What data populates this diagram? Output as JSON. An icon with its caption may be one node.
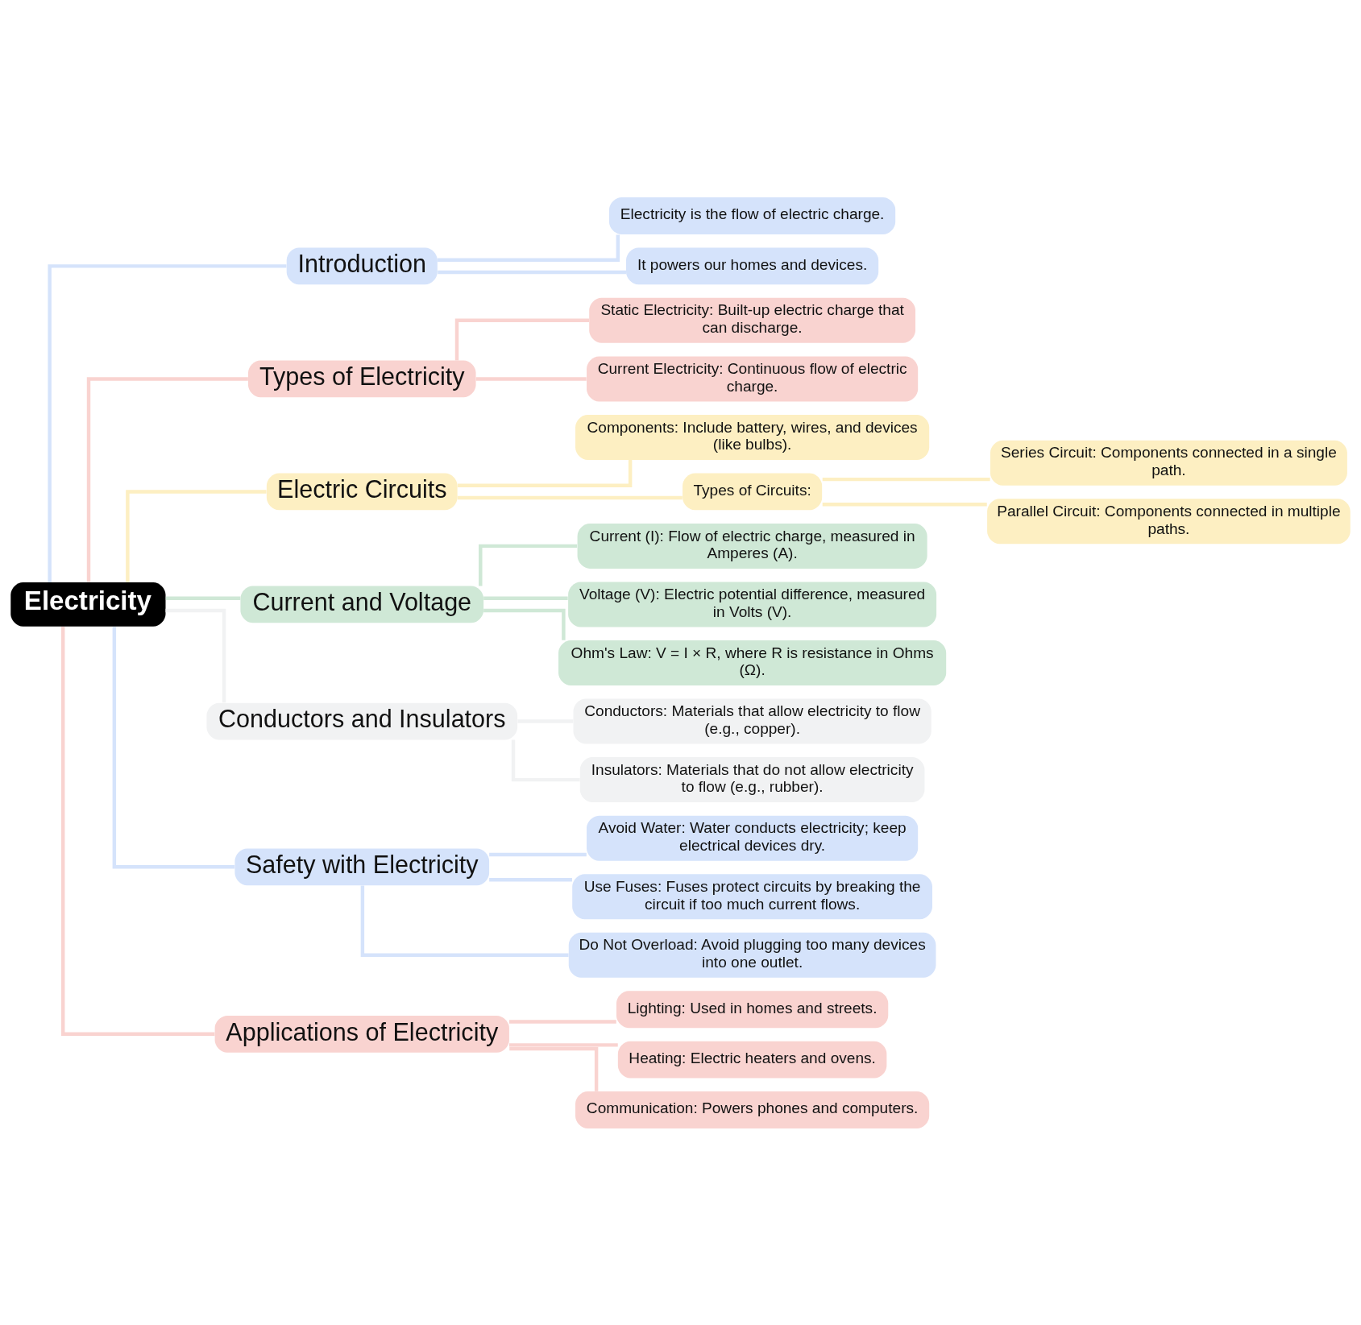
{
  "diagram": {
    "nodes": [
      {
        "text": [
          "Electricity"
        ]
      },
      {
        "text": [
          "Introduction"
        ]
      },
      {
        "text": [
          "Electricity is the flow of electric charge."
        ]
      },
      {
        "text": [
          "It powers our homes and devices."
        ]
      },
      {
        "text": [
          "Types of Electricity"
        ]
      },
      {
        "text": [
          "Static Electricity: Built-up electric charge that can discharge."
        ]
      },
      {
        "text": [
          "Current Electricity: Continuous flow of electric charge."
        ]
      },
      {
        "text": [
          "Electric Circuits"
        ]
      },
      {
        "text": [
          "Components: Include battery, wires, and devices (like bulbs)."
        ]
      },
      {
        "text": [
          "Types of Circuits:"
        ]
      },
      {
        "text": [
          "Series Circuit: Components connected in a single path."
        ]
      },
      {
        "text": [
          "Parallel Circuit: Components connected in multiple paths."
        ]
      },
      {
        "text": [
          "Current and Voltage"
        ]
      },
      {
        "text": [
          "Current (I): Flow of electric charge, measured in Amperes (A)."
        ]
      },
      {
        "text": [
          "Voltage (V): Electric potential difference, measured in Volts (V)."
        ]
      },
      {
        "text": [
          "Ohm's Law: V = I × R, where R is resistance in Ohms (Ω)."
        ]
      },
      {
        "text": [
          "Conductors and Insulators"
        ]
      },
      {
        "text": [
          "Conductors: Materials that allow electricity to flow (e.g., copper)."
        ]
      },
      {
        "text": [
          "Insulators: Materials that do not allow electricity to flow (e.g., rubber)."
        ]
      },
      {
        "text": [
          "Safety with Electricity"
        ]
      },
      {
        "text": [
          "Avoid Water: Water conducts electricity; keep electrical devices dry."
        ]
      },
      {
        "text": [
          "Use Fuses: Fuses protect circuits by breaking the circuit if too much current flows."
        ]
      },
      {
        "text": [
          "Do Not Overload: Avoid plugging too many devices into one outlet."
        ]
      },
      {
        "text": [
          "Applications of Electricity"
        ]
      },
      {
        "text": [
          "Lighting: Used in homes and streets."
        ]
      },
      {
        "text": [
          "Heating: Electric heaters and ovens."
        ]
      },
      {
        "text": [
          "Communication: Powers phones and computers."
        ]
      }
    ],
    "edges": [
      {
        "from": 0,
        "to": 1,
        "arrow": "none",
        "color": "#d5e3fb"
      },
      {
        "from": 1,
        "to": 2,
        "arrow": "none",
        "color": "#d5e3fb"
      },
      {
        "from": 1,
        "to": 3,
        "arrow": "none",
        "color": "#d5e3fb"
      },
      {
        "from": 0,
        "to": 4,
        "arrow": "none",
        "color": "#f9d3d0"
      },
      {
        "from": 4,
        "to": 5,
        "arrow": "none",
        "color": "#f9d3d0"
      },
      {
        "from": 4,
        "to": 6,
        "arrow": "none",
        "color": "#f9d3d0"
      },
      {
        "from": 0,
        "to": 7,
        "arrow": "none",
        "color": "#fdefc2"
      },
      {
        "from": 7,
        "to": 8,
        "arrow": "none",
        "color": "#fdefc2"
      },
      {
        "from": 7,
        "to": 9,
        "arrow": "none",
        "color": "#fdefc2"
      },
      {
        "from": 9,
        "to": 10,
        "arrow": "none",
        "color": "#fdefc2"
      },
      {
        "from": 9,
        "to": 11,
        "arrow": "none",
        "color": "#fdefc2"
      },
      {
        "from": 0,
        "to": 12,
        "arrow": "none",
        "color": "#cfe8d6"
      },
      {
        "from": 12,
        "to": 13,
        "arrow": "none",
        "color": "#cfe8d6"
      },
      {
        "from": 12,
        "to": 14,
        "arrow": "none",
        "color": "#cfe8d6"
      },
      {
        "from": 12,
        "to": 15,
        "arrow": "none",
        "color": "#cfe8d6"
      },
      {
        "from": 0,
        "to": 16,
        "arrow": "none",
        "color": "#f1f2f3"
      },
      {
        "from": 16,
        "to": 17,
        "arrow": "none",
        "color": "#f1f2f3"
      },
      {
        "from": 16,
        "to": 18,
        "arrow": "none",
        "color": "#f1f2f3"
      },
      {
        "from": 0,
        "to": 19,
        "arrow": "none",
        "color": "#d5e3fb"
      },
      {
        "from": 19,
        "to": 20,
        "arrow": "none",
        "color": "#d5e3fb"
      },
      {
        "from": 19,
        "to": 21,
        "arrow": "none",
        "color": "#d5e3fb"
      },
      {
        "from": 19,
        "to": 22,
        "arrow": "none",
        "color": "#d5e3fb"
      },
      {
        "from": 0,
        "to": 23,
        "arrow": "none",
        "color": "#f9d3d0"
      },
      {
        "from": 23,
        "to": 24,
        "arrow": "none",
        "color": "#f9d3d0"
      },
      {
        "from": 23,
        "to": 25,
        "arrow": "none",
        "color": "#f9d3d0"
      },
      {
        "from": 23,
        "to": 26,
        "arrow": "none",
        "color": "#f9d3d0"
      }
    ]
  }
}
